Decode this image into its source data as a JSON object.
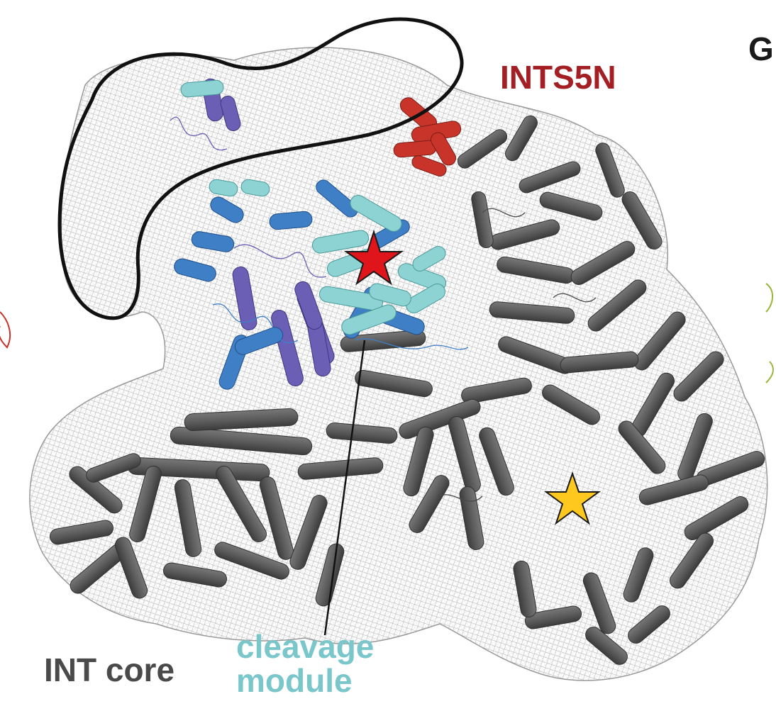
{
  "labels": {
    "ints5n": "INTS5N",
    "int_core": "INT core",
    "cleavage_line1": "cleavage",
    "cleavage_line2": "module",
    "panel_letter": "G"
  },
  "colors": {
    "ints5n": "#a31f24",
    "int_core": "#4a4a4a",
    "cleavage_module": "#79c6cb",
    "mesh": "#b5b5b5",
    "helix_core": "#5a5a5a",
    "helix_cyan": "#8ed3d3",
    "helix_blue": "#3f7fc6",
    "helix_purple": "#6a5fb5",
    "helix_red": "#c8342a",
    "star_red": "#e0141b",
    "star_yellow": "#ffc81e",
    "outline": "#111111"
  },
  "icons": {
    "active_site_star": "red-star-icon",
    "second_site_star": "yellow-star-icon"
  }
}
